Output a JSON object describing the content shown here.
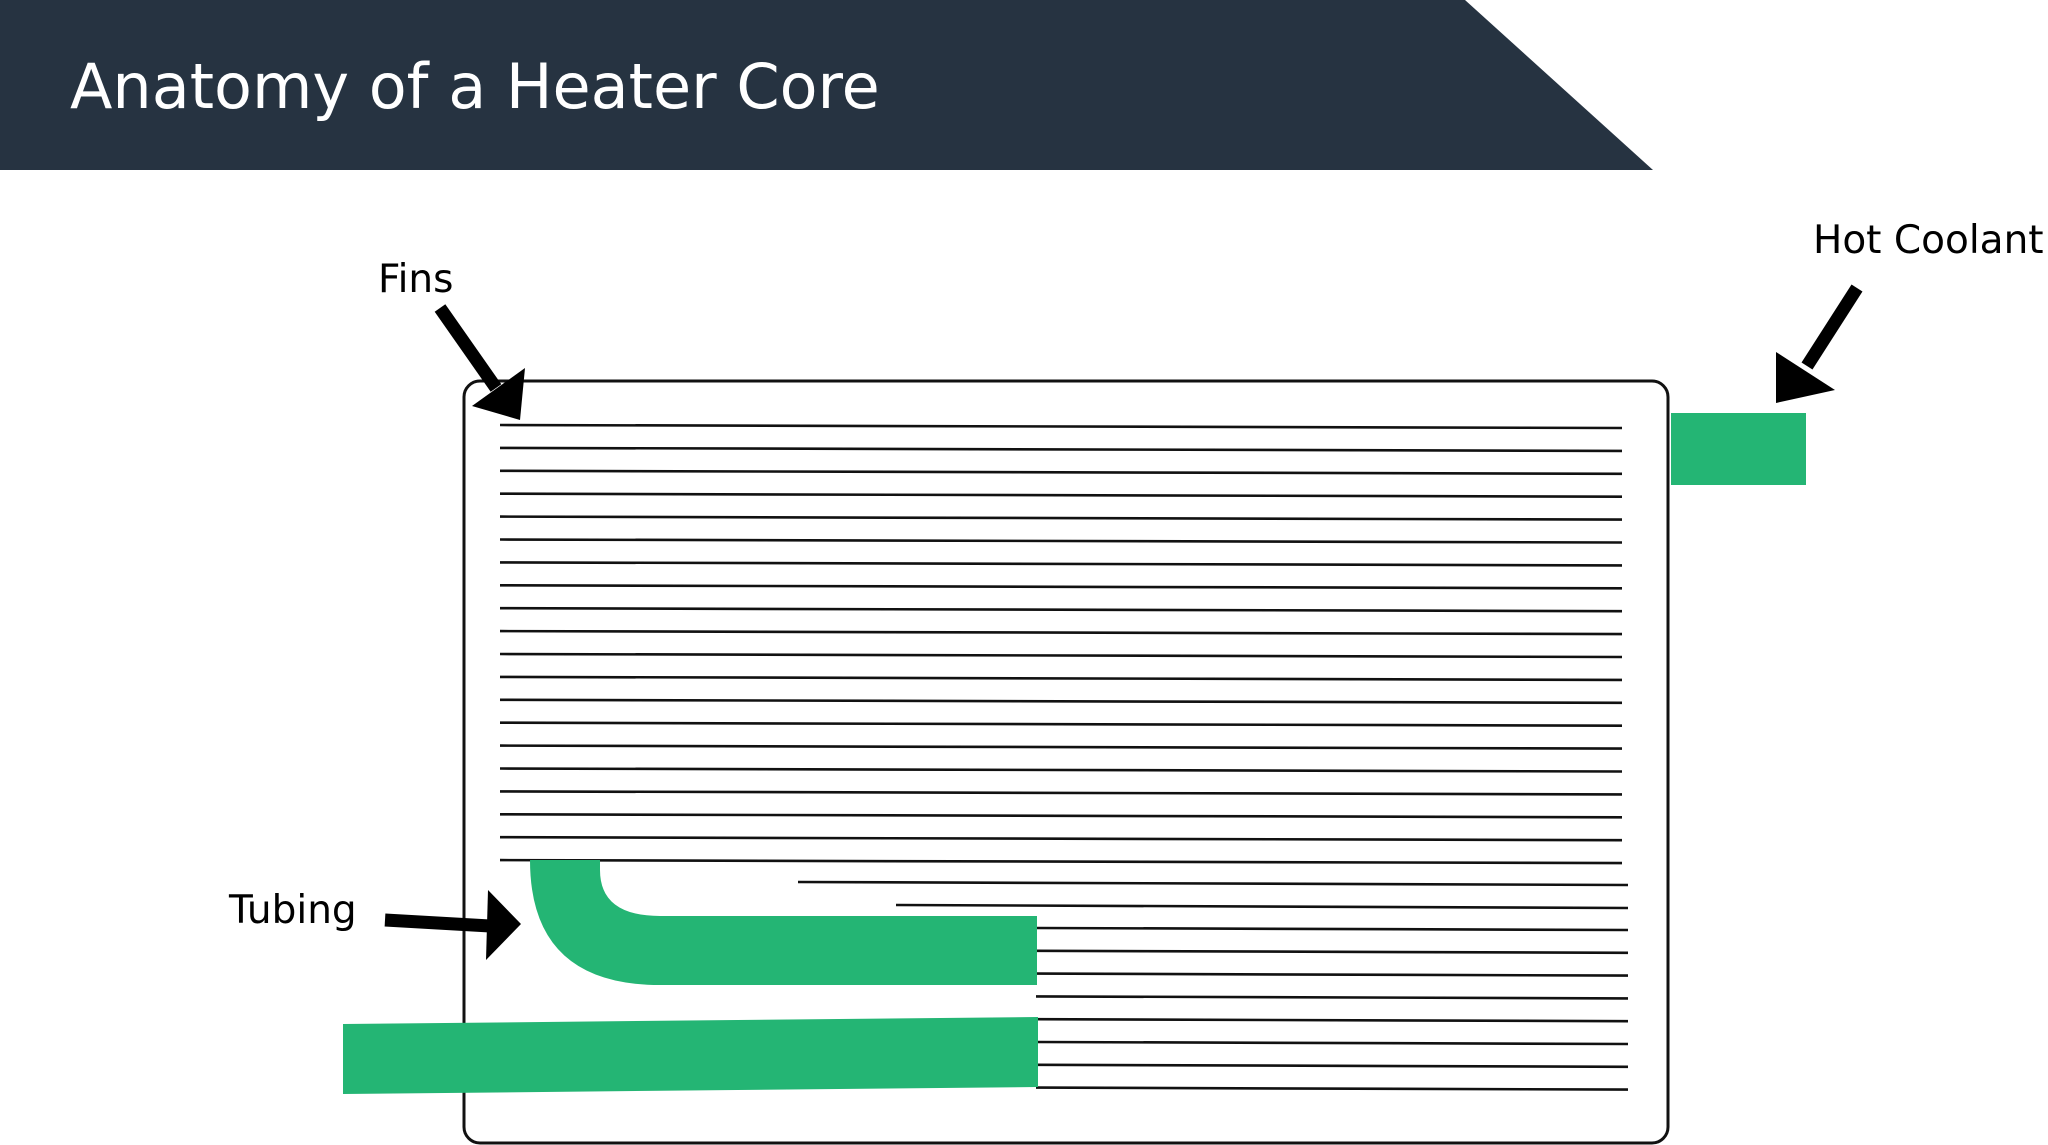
{
  "header": {
    "title": "Anatomy of a Heater Core"
  },
  "labels": {
    "fins": "Fins",
    "hot_coolant": "Hot Coolant",
    "tubing": "Tubing"
  },
  "colors": {
    "header_background": "#263341",
    "tube_green": "#24b574",
    "outline": "#111111",
    "arrow": "#000000"
  }
}
